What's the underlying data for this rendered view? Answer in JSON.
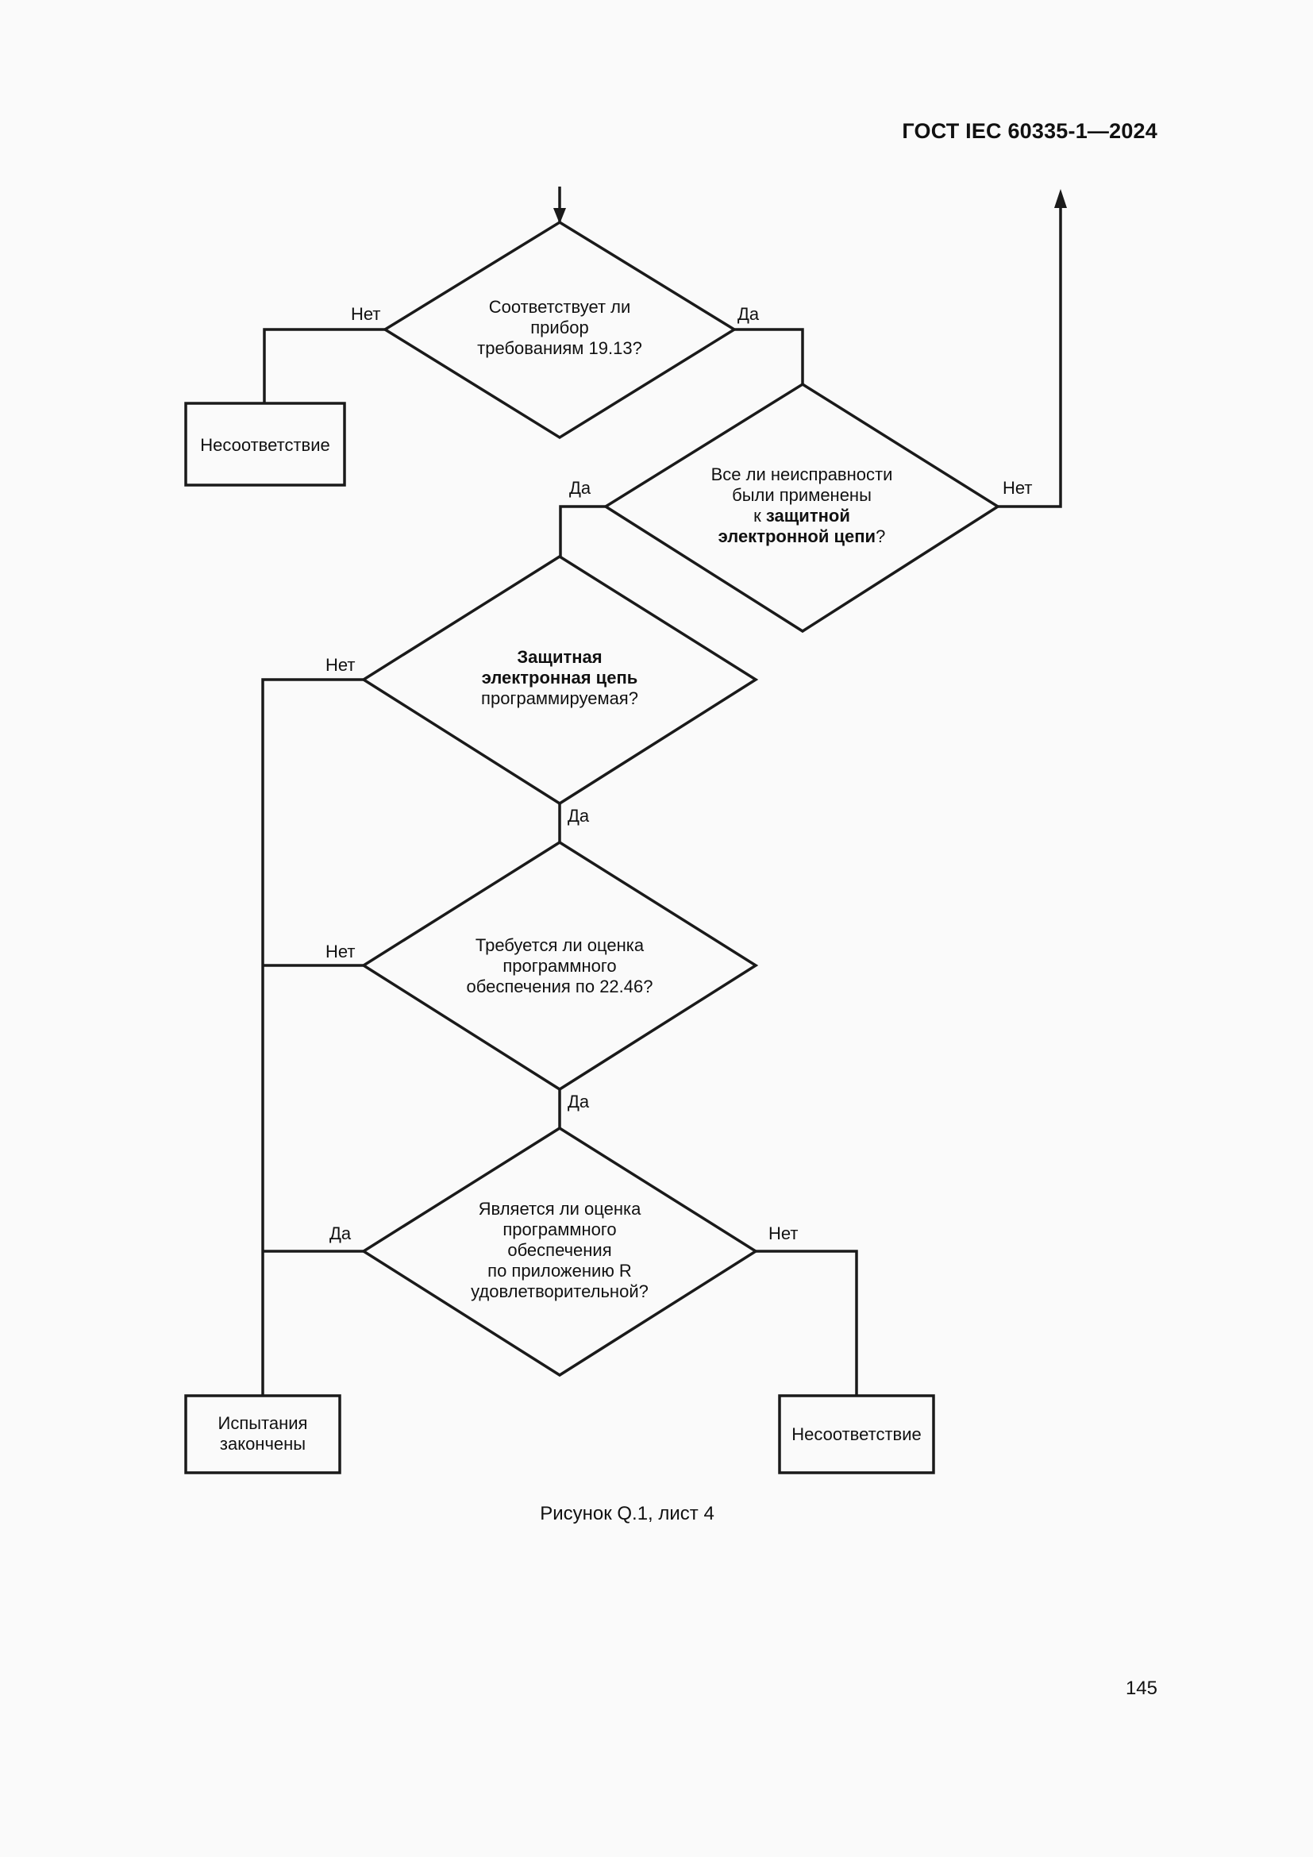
{
  "header": {
    "doc_id": "ГОСТ IEC 60335-1—2024"
  },
  "footer": {
    "page_number": "145"
  },
  "figure": {
    "caption": "Рисунок Q.1, лист 4"
  },
  "diagram": {
    "decisions": {
      "d1": {
        "lines": [
          "Соответствует ли",
          "прибор",
          "требованиям 19.13?"
        ]
      },
      "d2": {
        "line1": "Все ли неисправности",
        "line2": "были применены",
        "line3_plain": "к ",
        "line3_bold": "защитной",
        "line4_bold": "электронной цепи",
        "line4_plain": "?"
      },
      "d3": {
        "line1_bold": "Защитная",
        "line2_bold": "электронная цепь",
        "line3": "программируемая?"
      },
      "d4": {
        "lines": [
          "Требуется ли оценка",
          "программного",
          "обеспечения по 22.46?"
        ]
      },
      "d5": {
        "lines": [
          "Является ли оценка",
          "программного",
          "обеспечения",
          "по приложению R",
          "удовлетворительной?"
        ]
      }
    },
    "boxes": {
      "b1": {
        "text": "Несоответствие"
      },
      "b2": {
        "lines": [
          "Испытания",
          "закончены"
        ]
      },
      "b3": {
        "text": "Несоответствие"
      }
    },
    "edge_labels": {
      "d1_no": "Нет",
      "d1_yes": "Да",
      "d2_yes": "Да",
      "d2_no": "Нет",
      "d3_no": "Нет",
      "d3_yes": "Да",
      "d4_no": "Нет",
      "d4_yes": "Да",
      "d5_yes": "Да",
      "d5_no": "Нет"
    }
  }
}
